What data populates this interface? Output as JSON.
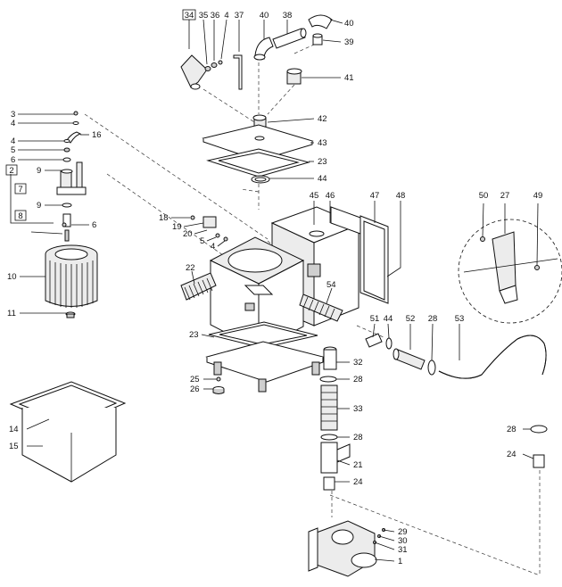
{
  "callouts": [
    {
      "id": "p34",
      "label": "34"
    },
    {
      "id": "p35",
      "label": "35"
    },
    {
      "id": "p36",
      "label": "36"
    },
    {
      "id": "p4a",
      "label": "4"
    },
    {
      "id": "p37",
      "label": "37"
    },
    {
      "id": "p40a",
      "label": "40"
    },
    {
      "id": "p38",
      "label": "38"
    },
    {
      "id": "p40b",
      "label": "40"
    },
    {
      "id": "p39",
      "label": "39"
    },
    {
      "id": "p41",
      "label": "41"
    },
    {
      "id": "p42",
      "label": "42"
    },
    {
      "id": "p43",
      "label": "43"
    },
    {
      "id": "p23a",
      "label": "23"
    },
    {
      "id": "p44a",
      "label": "44"
    },
    {
      "id": "p3",
      "label": "3"
    },
    {
      "id": "p4b",
      "label": "4"
    },
    {
      "id": "p16",
      "label": "16"
    },
    {
      "id": "p4c",
      "label": "4"
    },
    {
      "id": "p5a",
      "label": "5"
    },
    {
      "id": "p6a",
      "label": "6"
    },
    {
      "id": "p2",
      "label": "2"
    },
    {
      "id": "p9a",
      "label": "9"
    },
    {
      "id": "p7",
      "label": "7"
    },
    {
      "id": "p9b",
      "label": "9"
    },
    {
      "id": "p8",
      "label": "8"
    },
    {
      "id": "p6b",
      "label": "6"
    },
    {
      "id": "p10",
      "label": "10"
    },
    {
      "id": "p11",
      "label": "11"
    },
    {
      "id": "p45",
      "label": "45"
    },
    {
      "id": "p46",
      "label": "46"
    },
    {
      "id": "p47",
      "label": "47"
    },
    {
      "id": "p48",
      "label": "48"
    },
    {
      "id": "p18",
      "label": "18"
    },
    {
      "id": "p19",
      "label": "19"
    },
    {
      "id": "p20",
      "label": "20"
    },
    {
      "id": "p5b",
      "label": "5"
    },
    {
      "id": "p4d",
      "label": "4"
    },
    {
      "id": "p22",
      "label": "22"
    },
    {
      "id": "p54",
      "label": "54"
    },
    {
      "id": "p50",
      "label": "50"
    },
    {
      "id": "p27",
      "label": "27"
    },
    {
      "id": "p49",
      "label": "49"
    },
    {
      "id": "p51",
      "label": "51"
    },
    {
      "id": "p44b",
      "label": "44"
    },
    {
      "id": "p52",
      "label": "52"
    },
    {
      "id": "p28a",
      "label": "28"
    },
    {
      "id": "p53",
      "label": "53"
    },
    {
      "id": "p23b",
      "label": "23"
    },
    {
      "id": "p32",
      "label": "32"
    },
    {
      "id": "p28b",
      "label": "28"
    },
    {
      "id": "p25",
      "label": "25"
    },
    {
      "id": "p26",
      "label": "26"
    },
    {
      "id": "p33",
      "label": "33"
    },
    {
      "id": "p14",
      "label": "14"
    },
    {
      "id": "p15",
      "label": "15"
    },
    {
      "id": "p28c",
      "label": "28"
    },
    {
      "id": "p28d",
      "label": "28"
    },
    {
      "id": "p21",
      "label": "21"
    },
    {
      "id": "p24a",
      "label": "24"
    },
    {
      "id": "p24b",
      "label": "24"
    },
    {
      "id": "p29",
      "label": "29"
    },
    {
      "id": "p30",
      "label": "30"
    },
    {
      "id": "p31",
      "label": "31"
    },
    {
      "id": "p1",
      "label": "1"
    }
  ]
}
